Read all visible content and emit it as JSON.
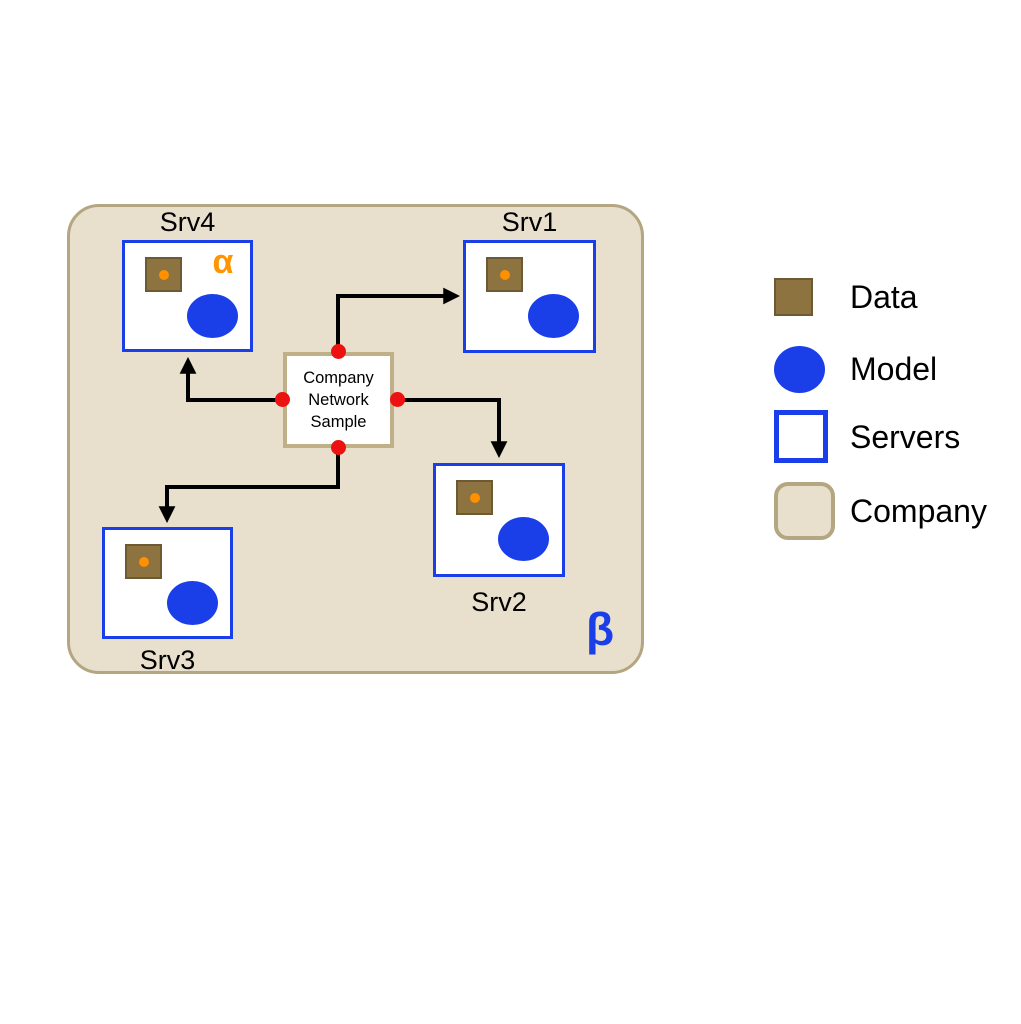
{
  "diagram": {
    "center_node": {
      "text": "Company Network Sample"
    },
    "alpha_label": "α",
    "beta_label": "β",
    "servers": [
      {
        "id": "srv4",
        "label": "Srv4",
        "label_position": "above"
      },
      {
        "id": "srv1",
        "label": "Srv1",
        "label_position": "above"
      },
      {
        "id": "srv2",
        "label": "Srv2",
        "label_position": "below"
      },
      {
        "id": "srv3",
        "label": "Srv3",
        "label_position": "below"
      }
    ],
    "connections": [
      {
        "from": "center-top",
        "to": "srv1"
      },
      {
        "from": "center-left",
        "to": "srv4"
      },
      {
        "from": "center-right",
        "to": "srv2"
      },
      {
        "from": "center-bottom",
        "to": "srv3"
      }
    ]
  },
  "legend": {
    "items": [
      {
        "label": "Data",
        "swatch": "brown-square"
      },
      {
        "label": "Model",
        "swatch": "blue-circle"
      },
      {
        "label": "Servers",
        "swatch": "blue-outline-square"
      },
      {
        "label": "Company",
        "swatch": "tan-rounded-square"
      }
    ]
  },
  "colors": {
    "server_border_blue": "#1A3EE8",
    "model_blue": "#1A3EE8",
    "data_brown_fill": "#8C7340",
    "data_brown_border": "#6E5A32",
    "data_dot_orange": "#FF9000",
    "company_fill": "#E8E0CD",
    "company_border": "#B4A680",
    "center_node_border": "#C0B088",
    "connector_dot_red": "#EE1111",
    "alpha_orange": "#FF9500",
    "beta_blue": "#1A3EE8",
    "arrow_black": "#000000",
    "background": "#FFFFFF"
  }
}
